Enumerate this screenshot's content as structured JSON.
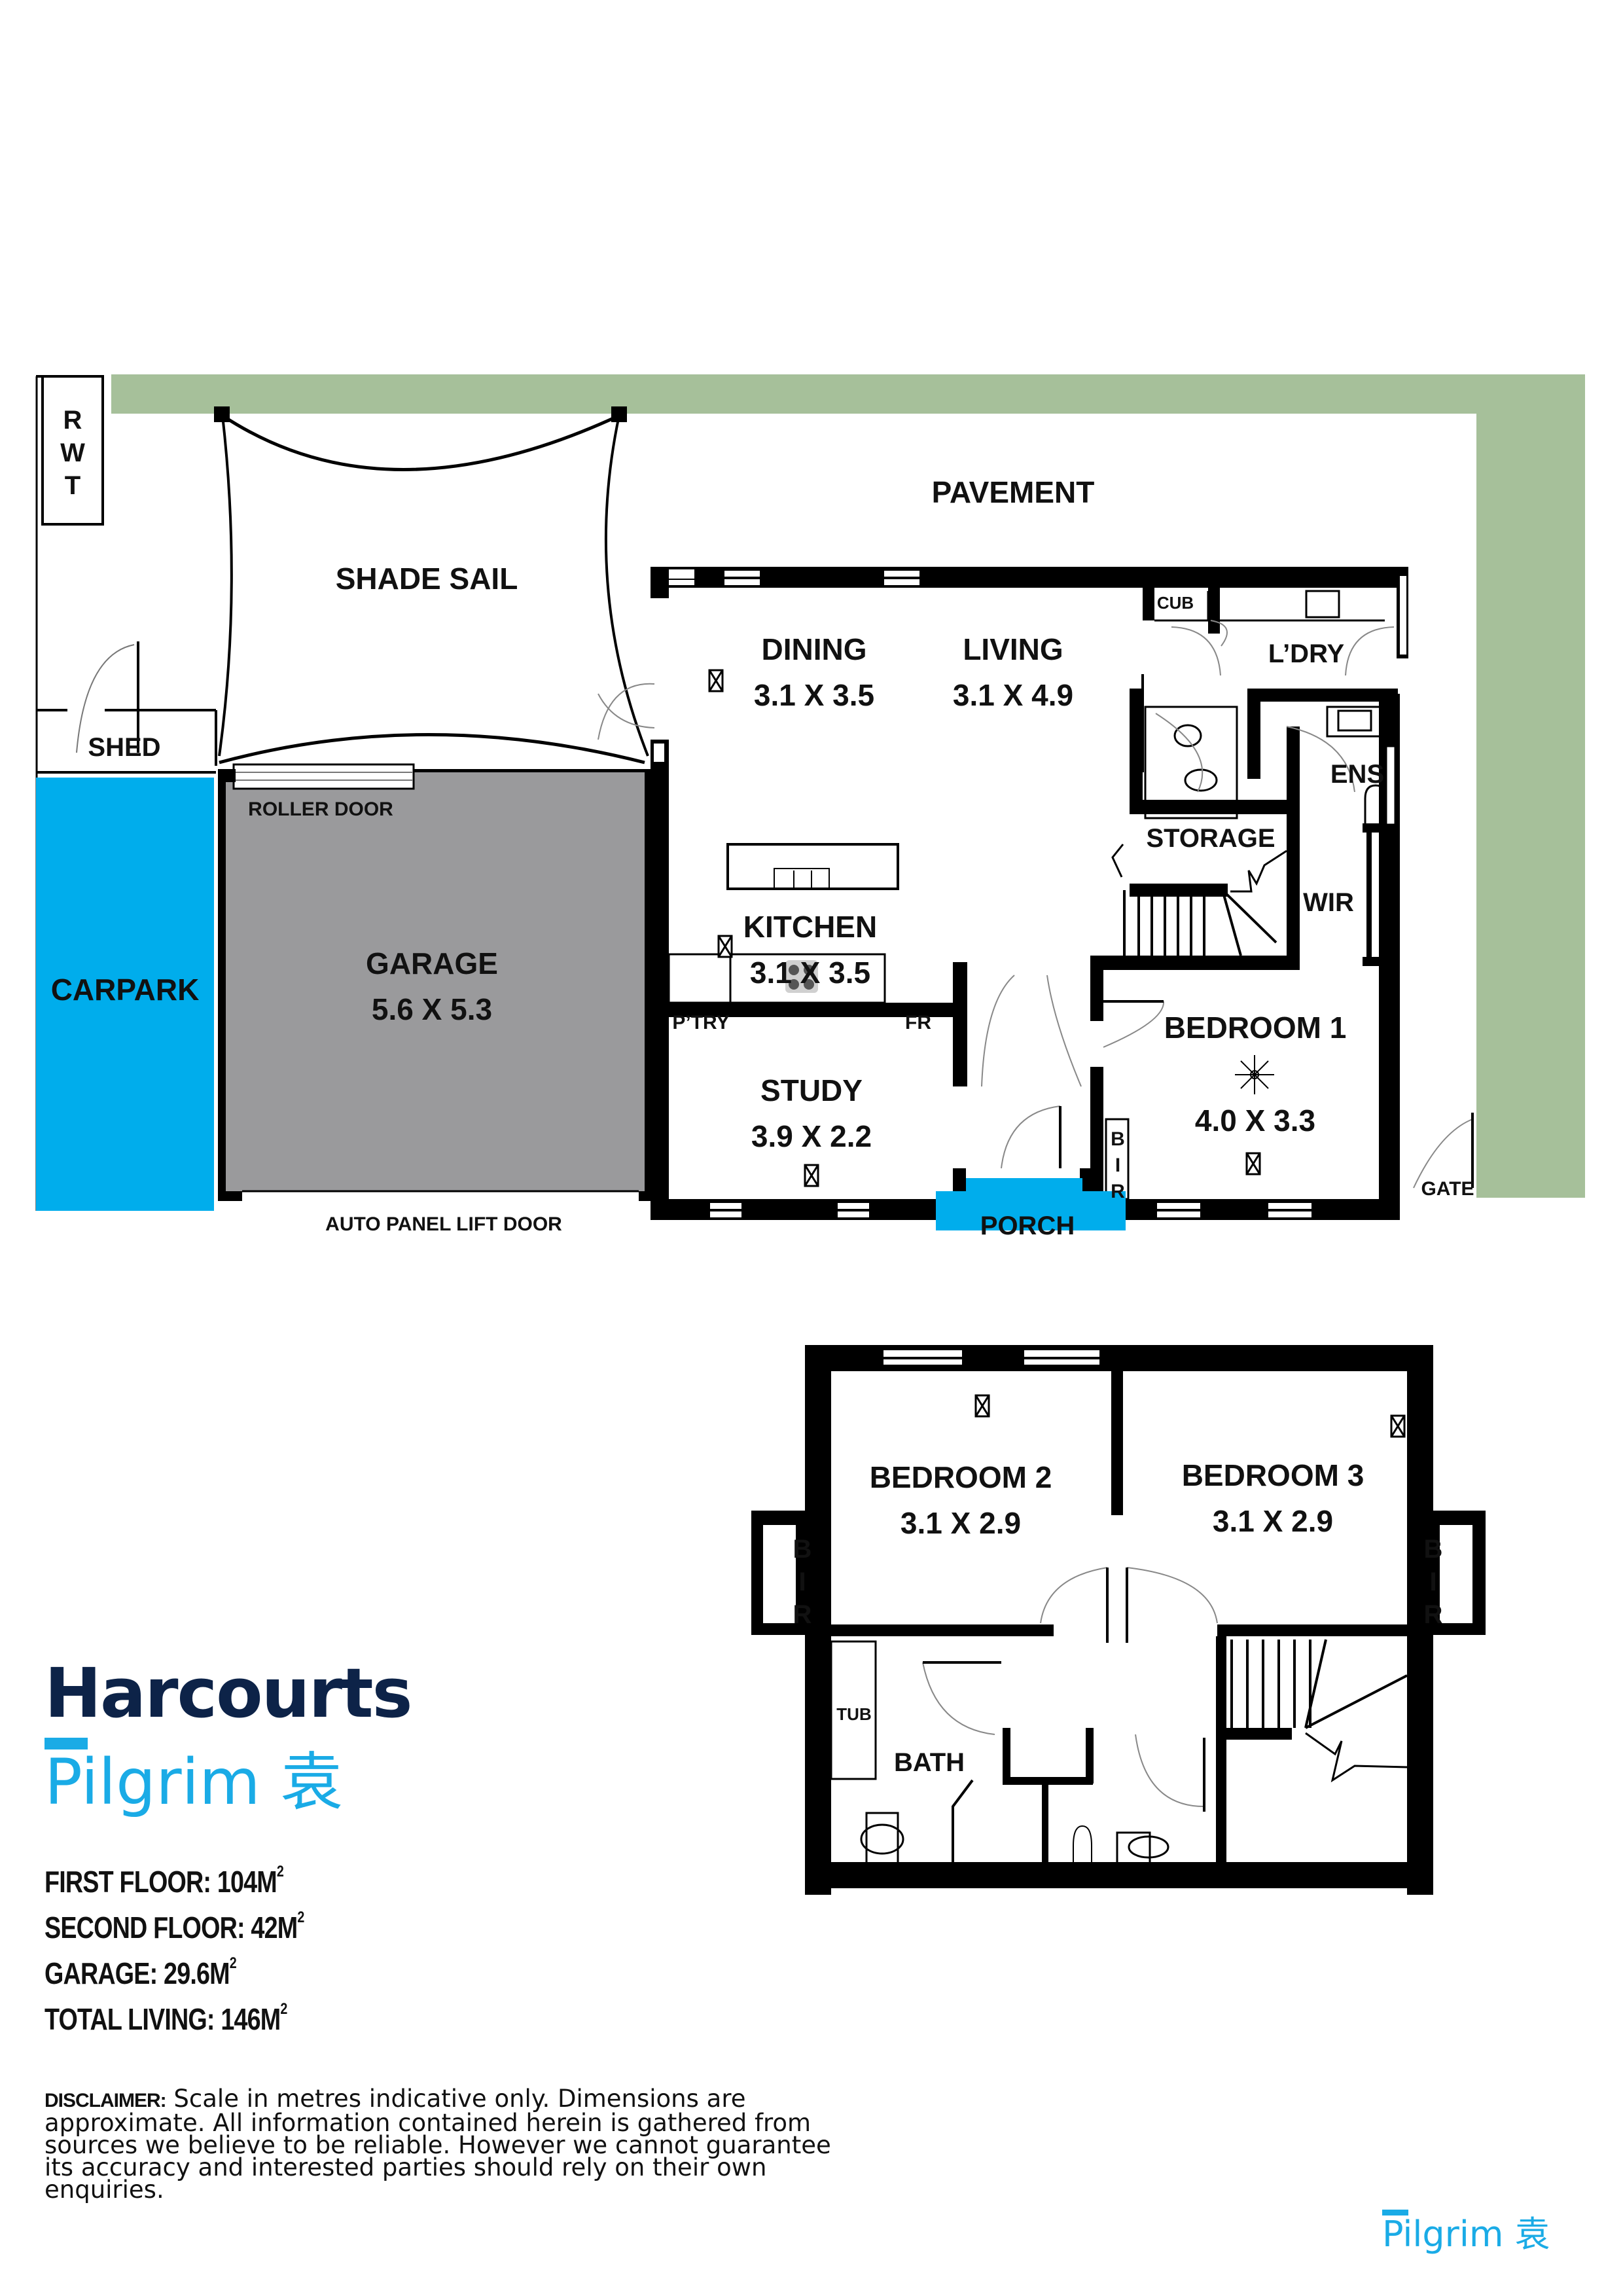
{
  "colors": {
    "garden": "#a6c09a",
    "carpark": "#00adec",
    "porch": "#00adec",
    "garage": "#9a9a9c",
    "wall": "#000000",
    "brand_navy": "#0d2348",
    "brand_blue": "#1aabe6"
  },
  "site": {
    "rwt_label": [
      "R",
      "W",
      "T"
    ],
    "pavement_label": "PAVEMENT",
    "shade_sail_label": "SHADE SAIL",
    "shed_label": "SHED",
    "carpark_label": "CARPARK",
    "roller_door_label": "ROLLER DOOR",
    "auto_door_label": "AUTO PANEL LIFT DOOR",
    "gate_label": "GATE",
    "porch_label": "PORCH"
  },
  "ground_floor": {
    "garage": {
      "name": "GARAGE",
      "size": "5.6 X 5.3"
    },
    "dining": {
      "name": "DINING",
      "size": "3.1 X 3.5"
    },
    "living": {
      "name": "LIVING",
      "size": "3.1 X 4.9"
    },
    "kitchen": {
      "name": "KITCHEN",
      "size": "3.1 X 3.5"
    },
    "study": {
      "name": "STUDY",
      "size": "3.9 X 2.2"
    },
    "bedroom1": {
      "name": "BEDROOM 1",
      "size": "4.0 X 3.3"
    },
    "pantry": "P’TRY",
    "fridge": "FR",
    "cupboard": "CUB",
    "laundry": "L’DRY",
    "ensuite": "ENS",
    "storage": "STORAGE",
    "wir": "WIR",
    "bir": [
      "B",
      "I",
      "R"
    ]
  },
  "upper_floor": {
    "bedroom2": {
      "name": "BEDROOM 2",
      "size": "3.1 X 2.9"
    },
    "bedroom3": {
      "name": "BEDROOM 3",
      "size": "3.1 X 2.9"
    },
    "bath": "BATH",
    "tub": "TUB",
    "bir": [
      "B",
      "I",
      "R"
    ]
  },
  "branding": {
    "company": "Harcourts",
    "office": "Pilgrim 袁",
    "footer_office": "Pilgrim 袁"
  },
  "areas": [
    {
      "label": "FIRST FLOOR: 104M",
      "sup": "2"
    },
    {
      "label": "SECOND FLOOR: 42M",
      "sup": "2"
    },
    {
      "label": "GARAGE: 29.6M",
      "sup": "2"
    },
    {
      "label": "TOTAL LIVING: 146M",
      "sup": "2"
    }
  ],
  "disclaimer": {
    "heading": "DISCLAIMER:",
    "text": " Scale in metres indicative only. Dimensions are approximate. All information contained herein is gathered from sources we believe to be reliable. However we cannot guarantee its accuracy and interested parties should rely on their own enquiries."
  }
}
